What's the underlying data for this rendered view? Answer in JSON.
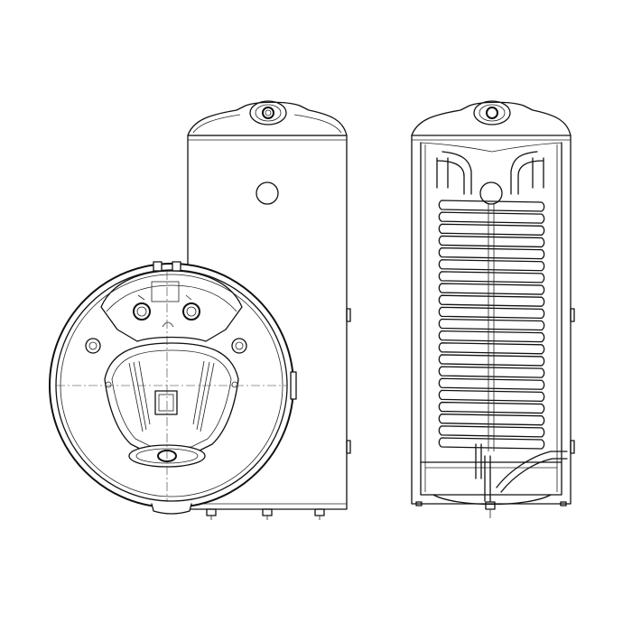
{
  "drawing": {
    "background": "#ffffff",
    "line_color": "#111111",
    "views": [
      "side-elevation",
      "bottom-view",
      "cutaway-section"
    ],
    "coil_turns": 21
  }
}
